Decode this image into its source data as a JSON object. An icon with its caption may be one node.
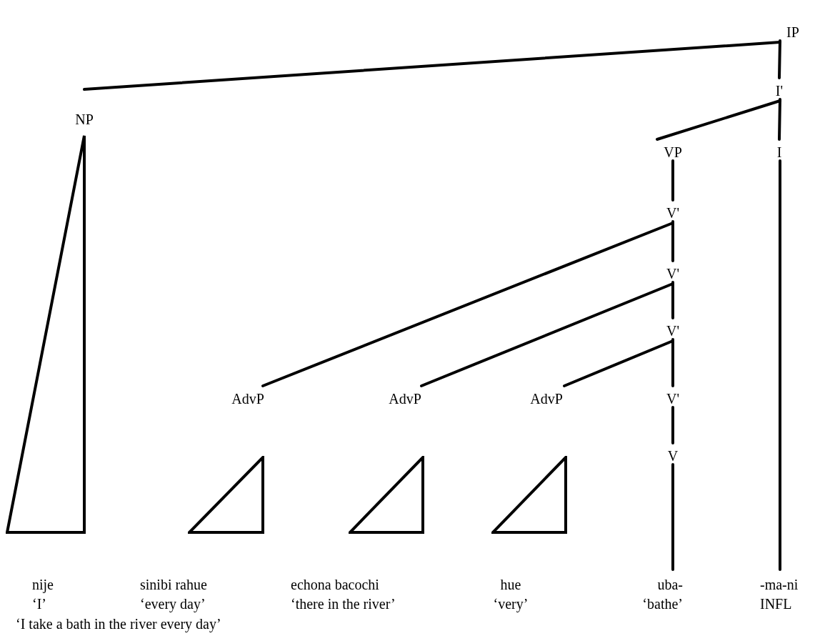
{
  "diagram": {
    "nodes": [
      {
        "text": [
          "IP"
        ]
      },
      {
        "text": [
          "I'"
        ]
      },
      {
        "text": [
          "NP"
        ]
      },
      {
        "text": [
          "VP"
        ]
      },
      {
        "text": [
          "I"
        ]
      },
      {
        "text": [
          "V'"
        ]
      },
      {
        "text": [
          "V'"
        ]
      },
      {
        "text": [
          "V'"
        ]
      },
      {
        "text": [
          "AdvP"
        ]
      },
      {
        "text": [
          "AdvP"
        ]
      },
      {
        "text": [
          "AdvP"
        ]
      },
      {
        "text": [
          "V'"
        ]
      },
      {
        "text": [
          "V"
        ]
      },
      {
        "text": [],
        "shape": "triangle"
      },
      {
        "text": [],
        "shape": "triangle"
      },
      {
        "text": [],
        "shape": "triangle"
      },
      {
        "text": [],
        "shape": "triangle"
      },
      {
        "text": [
          "nije",
          "‘I’"
        ]
      },
      {
        "text": [
          "sinibi rahue",
          "‘every day’"
        ]
      },
      {
        "text": [
          "echona bacochi",
          "‘there in the river’"
        ]
      },
      {
        "text": [
          "hue",
          "‘very’"
        ]
      },
      {
        "text": [
          "uba-",
          "‘bathe’"
        ]
      },
      {
        "text": [
          "-ma-ni",
          "INFL"
        ]
      }
    ],
    "edges": [
      {
        "from": 0,
        "to": 2,
        "arrow": "none"
      },
      {
        "from": 0,
        "to": 1,
        "arrow": "none"
      },
      {
        "from": 1,
        "to": 3,
        "arrow": "none"
      },
      {
        "from": 1,
        "to": 4,
        "arrow": "none"
      },
      {
        "from": 3,
        "to": 5,
        "arrow": "none"
      },
      {
        "from": 5,
        "to": 8,
        "arrow": "none"
      },
      {
        "from": 5,
        "to": 6,
        "arrow": "none"
      },
      {
        "from": 6,
        "to": 9,
        "arrow": "none"
      },
      {
        "from": 6,
        "to": 7,
        "arrow": "none"
      },
      {
        "from": 7,
        "to": 10,
        "arrow": "none"
      },
      {
        "from": 7,
        "to": 11,
        "arrow": "none"
      },
      {
        "from": 11,
        "to": 12,
        "arrow": "none"
      },
      {
        "from": 12,
        "to": 21,
        "arrow": "none"
      },
      {
        "from": 4,
        "to": 22,
        "arrow": "none"
      }
    ],
    "labels": [
      "‘I take a bath in the river every day’"
    ]
  }
}
